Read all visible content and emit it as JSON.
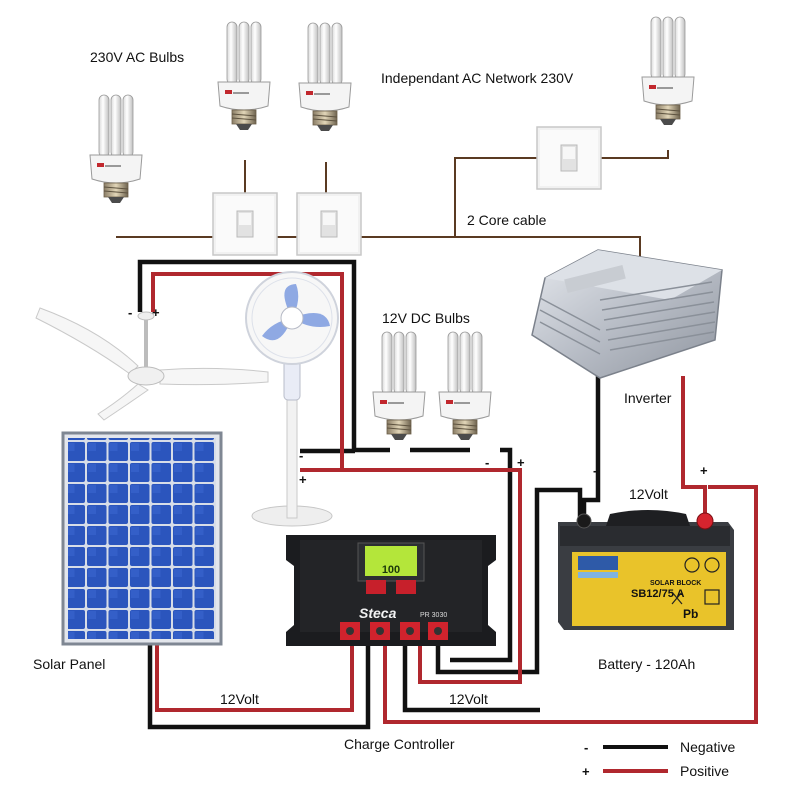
{
  "labels": {
    "ac_bulbs": "230V AC Bulbs",
    "ac_network": "Independant AC Network 230V",
    "core_cable": "2 Core cable",
    "dc_bulbs": "12V DC Bulbs",
    "inverter": "Inverter",
    "battery_volt": "12Volt",
    "battery": "Battery - 120Ah",
    "solar_panel": "Solar Panel",
    "panel_volt": "12Volt",
    "load_volt": "12Volt",
    "charge_controller": "Charge Controller"
  },
  "legend": {
    "negative_sign": "-",
    "negative": "Negative",
    "positive_sign": "+",
    "positive": "Positive"
  },
  "signs": {
    "minus": "-",
    "plus": "+"
  },
  "controller": {
    "brand": "Steca",
    "model": "PR 3030",
    "display": "100"
  },
  "battery_label": {
    "line1": "SOLAR BLOCK",
    "line2": "SB12/75 A",
    "pb": "Pb"
  },
  "colors": {
    "negative_wire": "#111111",
    "positive_wire": "#b0282e",
    "ac_wire": "#5a3a22",
    "panel_cell": "#2a52b8",
    "battery_body": "#3a3d42",
    "battery_label": "#e9c32a"
  }
}
